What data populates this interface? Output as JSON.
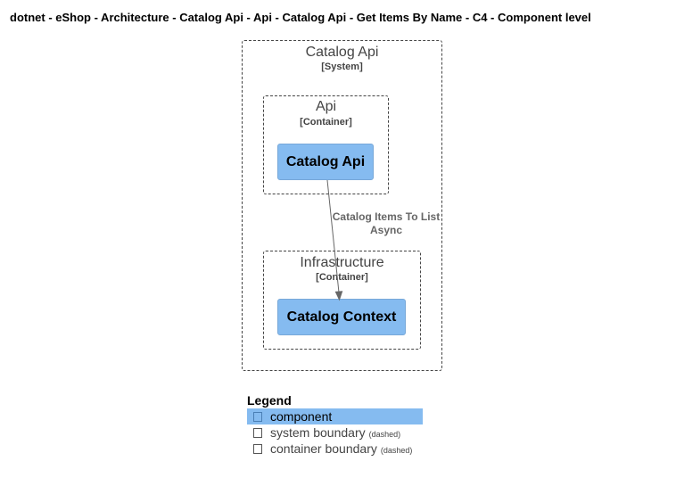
{
  "title": "dotnet - eShop - Architecture - Catalog Api - Api - Catalog Api - Get Items By Name - C4 - Component level",
  "system_boundary": {
    "name": "Catalog Api",
    "type": "[System]"
  },
  "containers": [
    {
      "name": "Api",
      "type": "[Container]",
      "component": "Catalog Api"
    },
    {
      "name": "Infrastructure",
      "type": "[Container]",
      "component": "Catalog Context"
    }
  ],
  "relationship": {
    "from": "Catalog Api",
    "to": "Catalog Context",
    "label_line1": "Catalog Items To List",
    "label_line2": "Async"
  },
  "legend": {
    "title": "Legend",
    "items": [
      {
        "label": "component",
        "note": ""
      },
      {
        "label": "system boundary",
        "note": "(dashed)"
      },
      {
        "label": "container boundary",
        "note": "(dashed)"
      }
    ]
  },
  "colors": {
    "component_fill": "#85bbf0",
    "boundary_stroke": "#444444",
    "arrow": "#666666"
  }
}
